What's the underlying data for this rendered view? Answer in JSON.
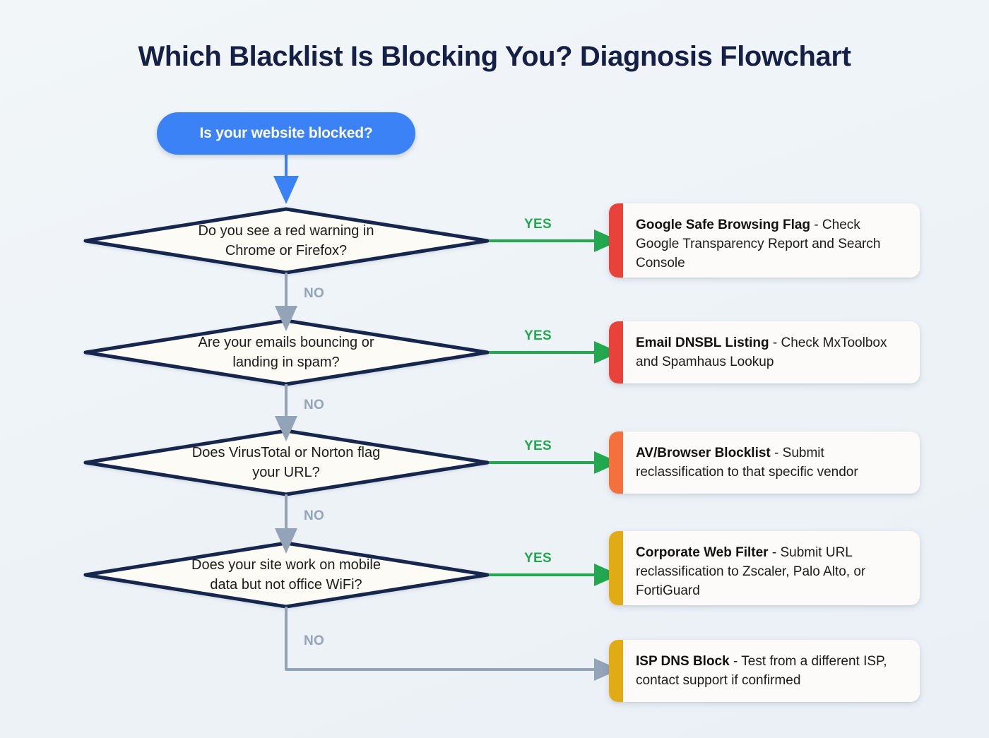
{
  "title": "Which Blacklist Is Blocking You? Diagnosis Flowchart",
  "colors": {
    "background": "#eef3f7",
    "title": "#152046",
    "start_node": "#3b82f6",
    "diamond_border": "#16254d",
    "diamond_fill": "#fcfbf6",
    "yes_arrow": "#22a84f",
    "no_arrow": "#93a3b8",
    "accent_red": "#e8423a",
    "accent_orange": "#f4713d",
    "accent_yellow": "#e0ab14"
  },
  "start": {
    "label": "Is your website blocked?"
  },
  "edge_labels": {
    "yes": "YES",
    "no": "NO"
  },
  "decisions": [
    {
      "id": "warning",
      "line1": "Do you see a red warning in",
      "line2": "Chrome or Firefox?"
    },
    {
      "id": "email",
      "line1": "Are your emails bouncing or",
      "line2": "landing in spam?"
    },
    {
      "id": "av",
      "line1": "Does VirusTotal or Norton flag",
      "line2": "your URL?"
    },
    {
      "id": "wifi",
      "line1": "Does your site work on mobile",
      "line2": "data but not office WiFi?"
    }
  ],
  "results": [
    {
      "id": "google-safe-browsing",
      "accent": "#e8423a",
      "title": "Google Safe Browsing Flag",
      "separator": " - ",
      "detail": "Check Google Transparency Report and Search Console"
    },
    {
      "id": "email-dnsbl",
      "accent": "#e8423a",
      "title": "Email DNSBL Listing",
      "separator": " - ",
      "detail": "Check MxToolbox and Spamhaus Lookup"
    },
    {
      "id": "av-browser-blocklist",
      "accent": "#f4713d",
      "title": "AV/Browser Blocklist",
      "separator": " - ",
      "detail": "Submit reclassification to that specific vendor"
    },
    {
      "id": "corporate-web-filter",
      "accent": "#e0ab14",
      "title": "Corporate Web Filter",
      "separator": " - ",
      "detail": "Submit URL reclassification to Zscaler, Palo Alto, or FortiGuard"
    },
    {
      "id": "isp-dns-block",
      "accent": "#e0ab14",
      "title": "ISP DNS Block",
      "separator": " - ",
      "detail": "Test from a different ISP, contact support if confirmed"
    }
  ]
}
